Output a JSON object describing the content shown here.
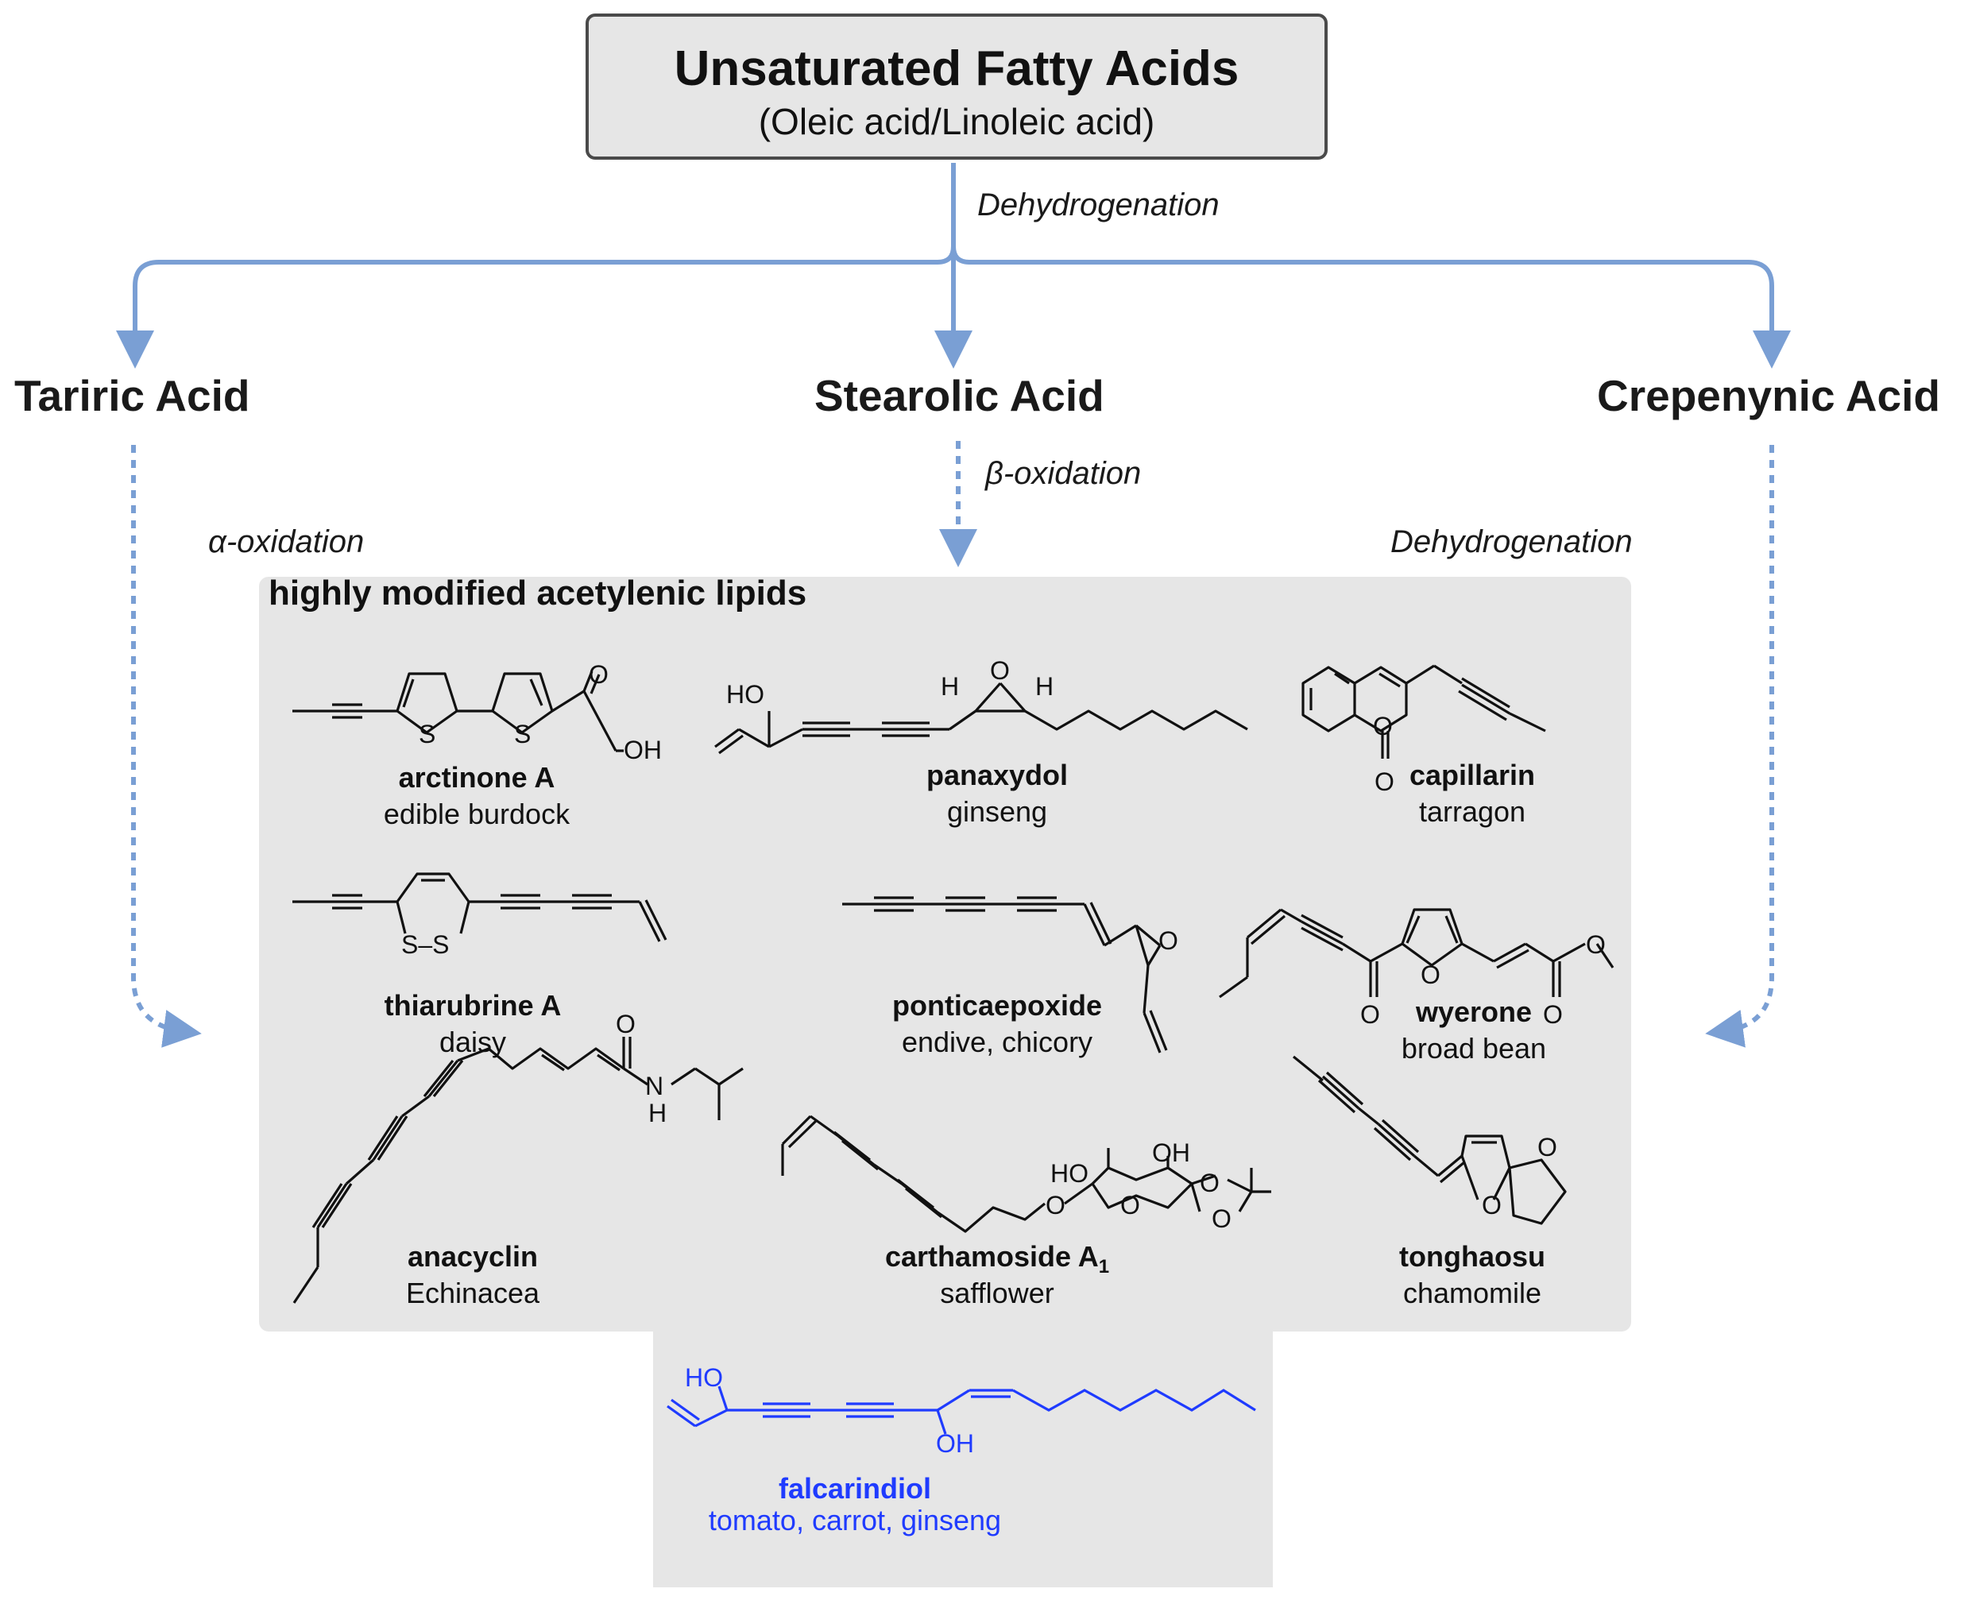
{
  "top": {
    "title": "Unsaturated Fatty Acids",
    "subtitle": "(Oleic acid/Linoleic acid)"
  },
  "steps": {
    "top": "Dehydrogenation",
    "left": "α-oxidation",
    "middle": "β-oxidation",
    "right": "Dehydrogenation"
  },
  "acids": {
    "left": "Tariric Acid",
    "middle": "Stearolic Acid",
    "right": "Crepenynic Acid"
  },
  "panel": {
    "title": "highly modified acetylenic lipids"
  },
  "compounds": [
    {
      "name": "arctinone A",
      "source": "edible burdock"
    },
    {
      "name": "panaxydol",
      "source": "ginseng"
    },
    {
      "name": "capillarin",
      "source": "tarragon"
    },
    {
      "name": "thiarubrine A",
      "source": "daisy"
    },
    {
      "name": "ponticaepoxide",
      "source": "endive, chicory"
    },
    {
      "name": "wyerone",
      "source": "broad bean"
    },
    {
      "name": "anacyclin",
      "source": "Echinacea"
    },
    {
      "name": "carthamoside A",
      "subscript": "1",
      "source": "safflower"
    },
    {
      "name": "tonghaosu",
      "source": "chamomile"
    }
  ],
  "highlight": {
    "name": "falcarindiol",
    "source": "tomato, carrot, ginseng"
  },
  "atoms": {
    "O": "O",
    "OH": "OH",
    "HO": "HO",
    "S": "S",
    "SS": "S–S",
    "H": "H",
    "N": "N"
  },
  "colors": {
    "arrow": "#7a9fd4",
    "panel": "#e6e6e6",
    "highlight": "#1f3bff",
    "bond": "#111111"
  }
}
